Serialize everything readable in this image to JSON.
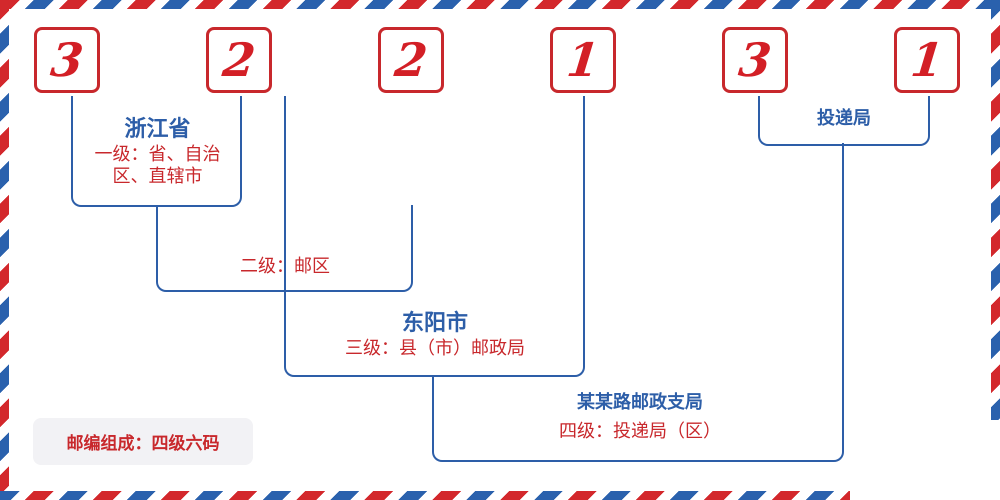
{
  "digits": [
    "3",
    "2",
    "2",
    "1",
    "3",
    "1"
  ],
  "levels": {
    "province": {
      "name": "浙江省",
      "desc": "一级：省、自治区、直辖市"
    },
    "district": {
      "desc": "二级：邮区"
    },
    "county": {
      "name": "东阳市",
      "desc": "三级：县（市）邮政局"
    },
    "branch": {
      "name": "某某路邮政支局",
      "desc": "四级：投递局（区）"
    },
    "delivery": {
      "name": "投递局"
    }
  },
  "summary": "邮编组成：四级六码",
  "colors": {
    "red": "#d31f26",
    "blue": "#2d5ea8",
    "panel": "#f2f2f5"
  }
}
